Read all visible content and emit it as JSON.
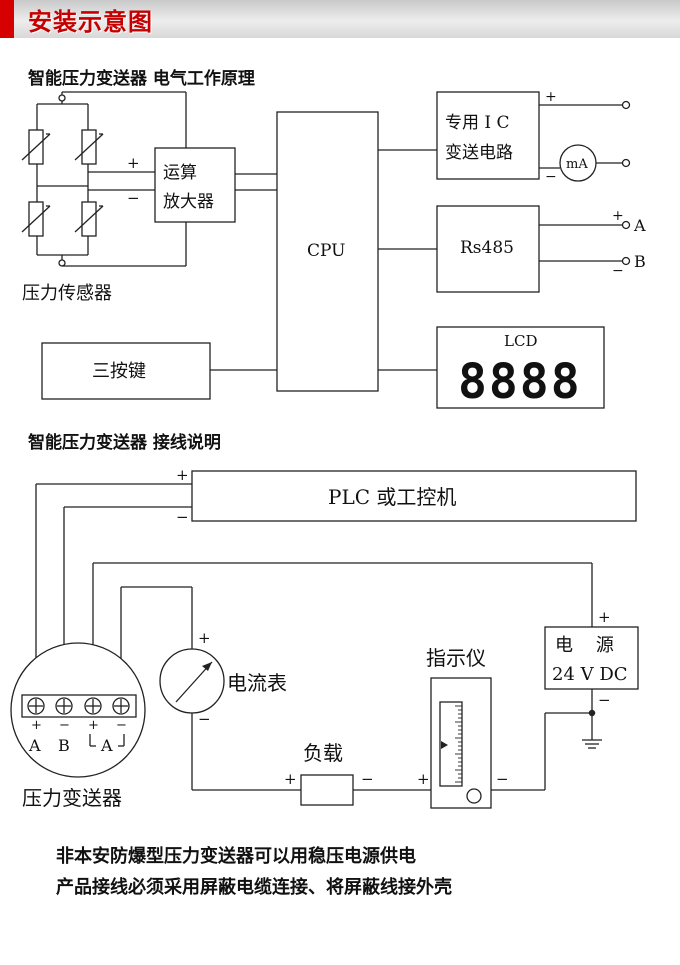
{
  "header": {
    "title": "安装示意图"
  },
  "section1": {
    "title": "智能压力变送器  电气工作原理",
    "sensor_label": "压力传感器",
    "sensor_plus": "+",
    "sensor_minus": "−",
    "amp": [
      "运算",
      "放大器"
    ],
    "cpu": "CPU",
    "keys": "三按键",
    "ic": [
      "专用 I C",
      "变送电路"
    ],
    "ic_plus": "+",
    "ic_minus": "−",
    "meter_ma": "mA",
    "rs485": "Rs485",
    "rs_plus": "+",
    "rs_minus": "−",
    "rs_a": "A",
    "rs_b": "B",
    "lcd": "LCD",
    "lcd_digits": "8888"
  },
  "section2": {
    "title": "智能压力变送器  接线说明",
    "plc": "PLC 或工控机",
    "plc_plus": "+",
    "plc_minus": "−",
    "ammeter": "电流表",
    "ammeter_plus": "+",
    "ammeter_minus": "−",
    "indicator": "指示仪",
    "indicator_plus": "+",
    "indicator_minus": "−",
    "load": "负载",
    "load_plus": "+",
    "load_minus": "−",
    "power": [
      "电    源",
      "24 V DC"
    ],
    "power_plus": "+",
    "power_minus": "−",
    "terminal_signs": [
      "+",
      "−",
      "+",
      "−"
    ],
    "terminal_labels": [
      "A",
      "B",
      "A"
    ],
    "transmitter": "压力变送器"
  },
  "notes": [
    "非本安防爆型压力变送器可以用稳压电源供电",
    "产品接线必须采用屏蔽电缆连接、将屏蔽线接外壳"
  ]
}
